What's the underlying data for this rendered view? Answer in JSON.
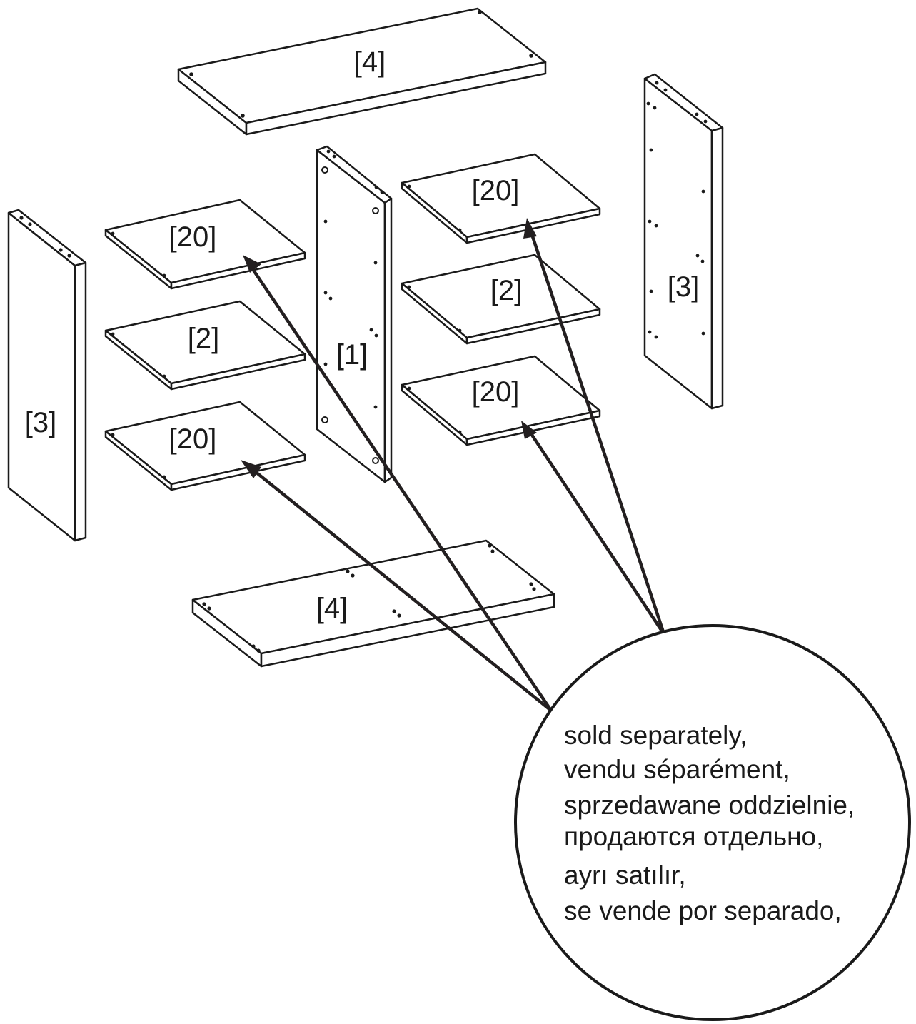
{
  "part_labels": {
    "top_panel": "[4]",
    "bottom_panel": "[4]",
    "left_side": "[3]",
    "right_side": "[3]",
    "center_divider": "[1]",
    "left_shelf_top": "[20]",
    "left_shelf_mid": "[2]",
    "left_shelf_bottom": "[20]",
    "right_shelf_top": "[20]",
    "right_shelf_mid": "[2]",
    "right_shelf_bottom": "[20]"
  },
  "callout": {
    "lines": [
      "sold separately,",
      "vendu séparément,",
      "sprzedawane oddzielnie,",
      "продаются отдельно,",
      "ayrı satılır,",
      "se vende por separado,"
    ]
  },
  "colors": {
    "line": "#1a1a1a",
    "background": "#ffffff"
  }
}
